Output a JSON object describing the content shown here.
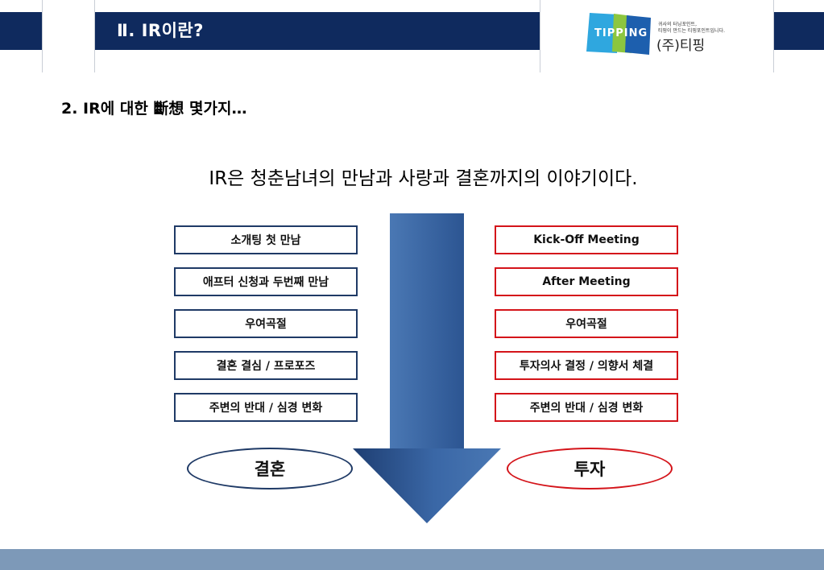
{
  "header": {
    "title": "Ⅱ. IR이란?"
  },
  "logo": {
    "word": "TIPPING",
    "tagline_line1": "귀사의 터닝포인트,",
    "tagline_line2": "티핑이 만드는 티핑포인트입니다.",
    "company_name": "(주)티핑"
  },
  "section": {
    "heading": "2.  IR에 대한 斷想 몇가지…"
  },
  "statement": "IR은 청춘남녀의 만남과 사랑과 결혼까지의 이야기이다.",
  "left_steps": [
    "소개팅 첫 만남",
    "애프터 신청과 두번째 만남",
    "우여곡절",
    "결혼 결심 / 프로포즈",
    "주변의 반대 / 심경 변화"
  ],
  "right_steps": [
    "Kick-Off Meeting",
    "After Meeting",
    "우여곡절",
    "투자의사 결정 / 의향서 체결",
    "주변의 반대 / 심경 변화"
  ],
  "outcomes": {
    "left": "결혼",
    "right": "투자"
  },
  "colors": {
    "header_navy": "#0f2a5e",
    "left_border": "#1f3a66",
    "right_border": "#d4141a",
    "arrow_light": "#4a78b4",
    "arrow_dark": "#1e3e72",
    "footer": "#7d99b8"
  }
}
